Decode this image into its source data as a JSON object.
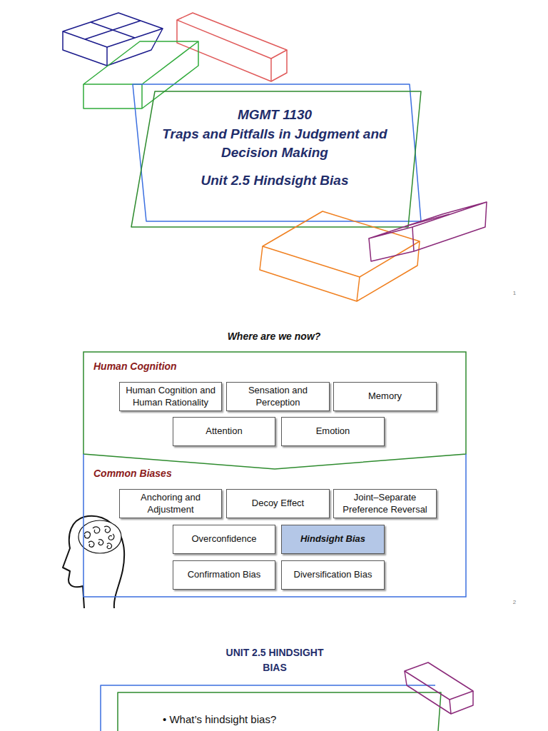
{
  "diagram": {
    "nodes": [
      {
        "text": [
          "MGMT 1130",
          "Traps and Pitfalls in Judgment and Decision Making",
          "Unit 2.5 Hindsight Bias"
        ]
      },
      {
        "text": [
          "Human Cognition"
        ]
      },
      {
        "text": [
          "Human Cognition and Human Rationality"
        ],
        "in": 1
      },
      {
        "text": [
          "Sensation and Perception"
        ],
        "in": 1
      },
      {
        "text": [
          "Memory"
        ],
        "in": 1
      },
      {
        "text": [
          "Attention"
        ],
        "in": 1
      },
      {
        "text": [
          "Emotion"
        ],
        "in": 1
      },
      {
        "text": [
          "Common Biases"
        ]
      },
      {
        "text": [
          "Anchoring and Adjustment"
        ],
        "in": 7
      },
      {
        "text": [
          "Decoy Effect"
        ],
        "in": 7
      },
      {
        "text": [
          "Joint–Separate Preference Reversal"
        ],
        "in": 7
      },
      {
        "text": [
          "Overconfidence"
        ],
        "in": 7
      },
      {
        "text": [
          "Hindsight Bias"
        ],
        "in": 7
      },
      {
        "text": [
          "Confirmation Bias"
        ],
        "in": 7
      },
      {
        "text": [
          "Diversification Bias"
        ],
        "in": 7
      },
      {
        "text": [
          "• What’s hindsight bias?"
        ]
      }
    ],
    "labels": [
      "1",
      "Where are we now?",
      "2",
      "UNIT 2.5 HINDSIGHT BIAS"
    ]
  }
}
